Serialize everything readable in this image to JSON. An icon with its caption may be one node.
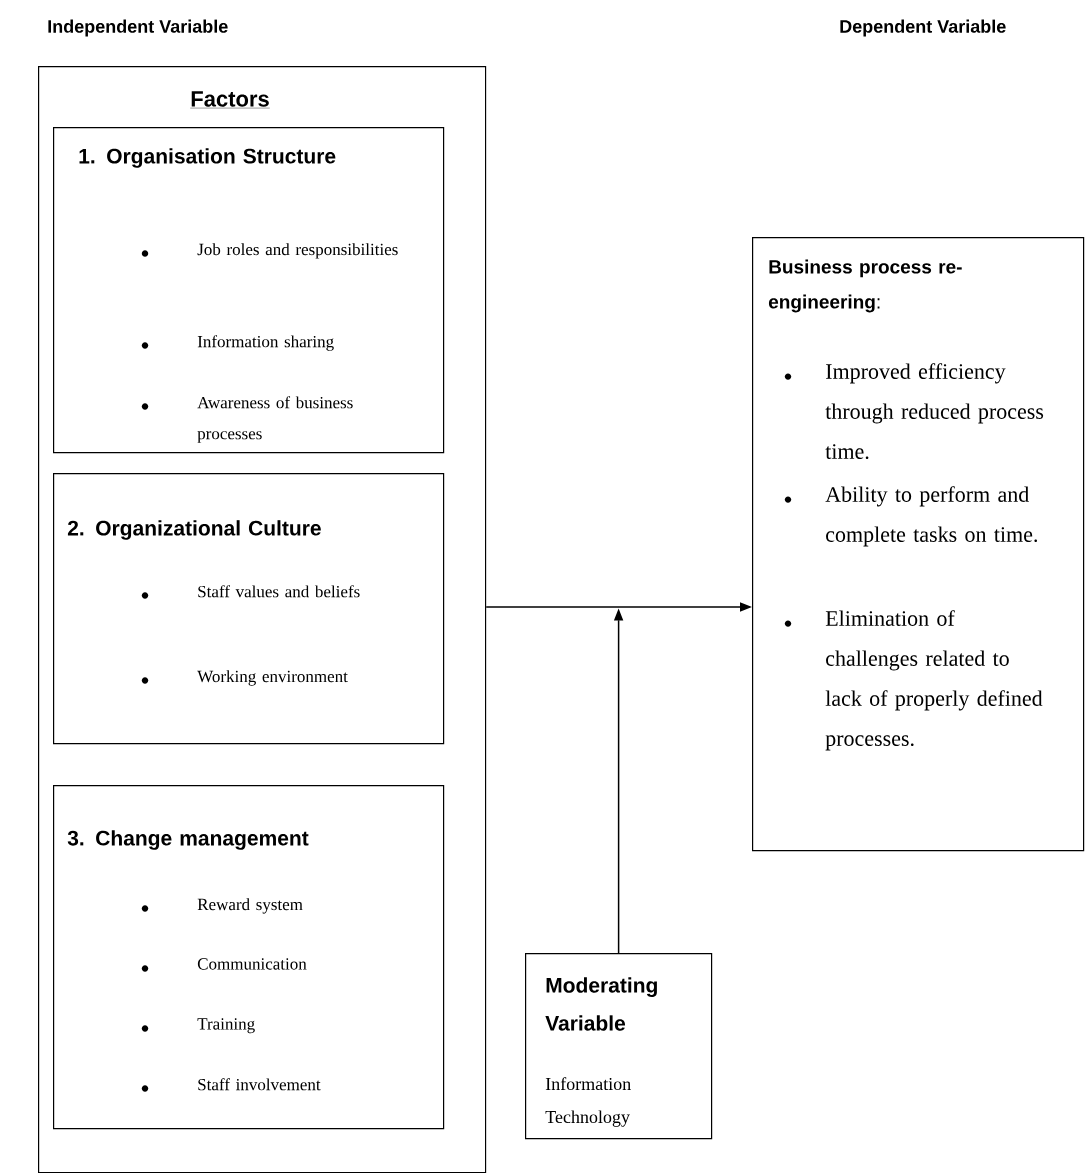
{
  "diagram": {
    "nodes": [
      {
        "text": [
          "Factors"
        ]
      },
      {
        "text": [
          "1. Organisation Structure",
          "Job roles and responsibilities",
          "Information sharing",
          "Awareness of business processes"
        ],
        "in": 0
      },
      {
        "text": [
          "2. Organizational Culture",
          "Staff values and beliefs",
          "Working environment"
        ],
        "in": 0
      },
      {
        "text": [
          "3. Change management",
          "Reward system",
          "Communication",
          "Training",
          "Staff involvement"
        ],
        "in": 0
      },
      {
        "text": [
          "**Business process re-engineering**:",
          "Improved efficiency through reduced process time.",
          "Ability to perform and complete tasks on time.",
          "Elimination of challenges related to lack of properly defined processes."
        ]
      },
      {
        "text": [
          "Moderating Variable",
          "Information Technology"
        ]
      }
    ],
    "edges": [
      {
        "from": 0,
        "to": 4,
        "arrow": "to"
      },
      {
        "from": 5,
        "to": null,
        "arrow": "to"
      }
    ],
    "labels": [
      "Independent Variable",
      "Dependent Variable"
    ]
  }
}
